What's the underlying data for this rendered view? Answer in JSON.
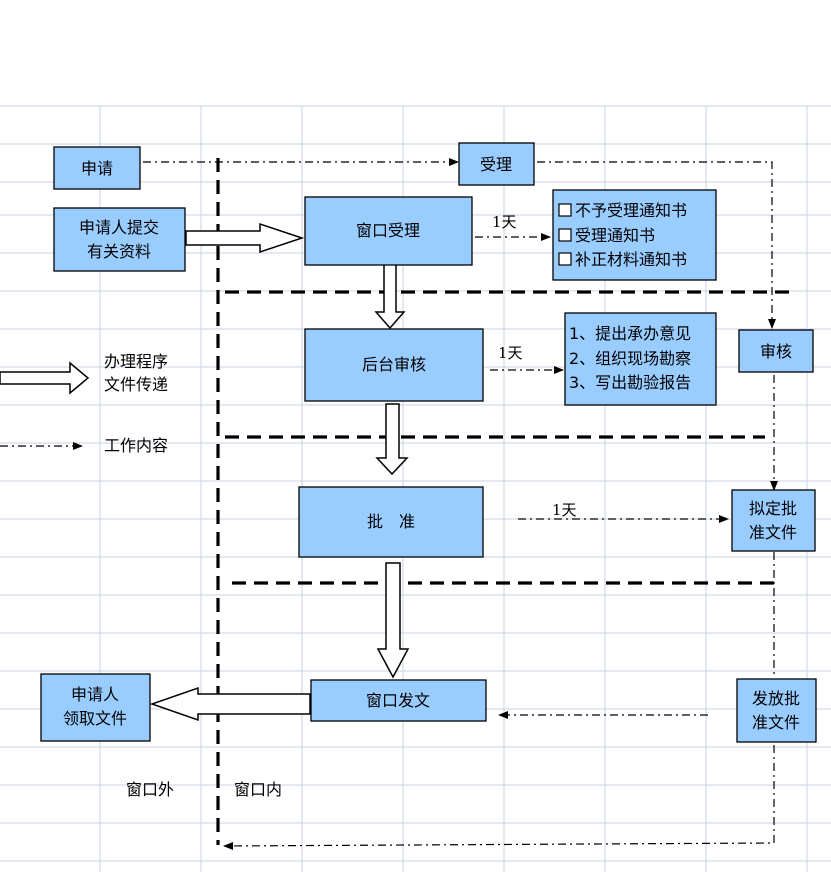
{
  "boxes": {
    "apply": "申请",
    "submit_line1": "申请人提交",
    "submit_line2": "有关资料",
    "accept": "受理",
    "window_accept": "窗口受理",
    "backend_review": "后台审核",
    "approve": "批　准",
    "window_issue": "窗口发文",
    "receive_line1": "申请人",
    "receive_line2": "领取文件",
    "review": "审核",
    "draft_line1": "拟定批",
    "draft_line2": "准文件",
    "issue_line1": "发放批",
    "issue_line2": "准文件"
  },
  "notices": [
    "不予受理通知书",
    "受理通知书",
    "补正材料通知书"
  ],
  "tasks": [
    "1、提出承办意见",
    "2、组织现场勘察",
    "3、写出勘验报告"
  ],
  "durations": [
    "1天",
    "1天",
    "1天"
  ],
  "legend": {
    "process_line1": "办理程序",
    "process_line2": "文件传递",
    "work": "工作内容"
  },
  "zones": {
    "outside": "窗口外",
    "inside": "窗口内"
  }
}
